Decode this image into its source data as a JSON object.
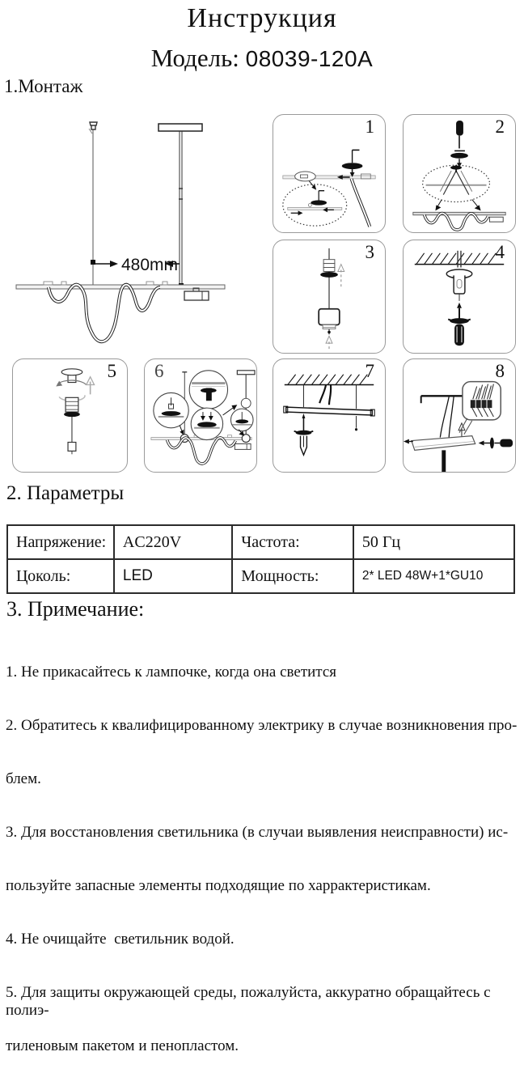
{
  "doc": {
    "title": "Инструкция",
    "model_label": "Модель:",
    "model_number": "08039-120A"
  },
  "montage": {
    "heading": "1.Монтаж",
    "dimension": "480mm",
    "steps": [
      "1",
      "2",
      "3",
      "4",
      "5",
      "6",
      "7",
      "8"
    ]
  },
  "parameters": {
    "heading": "2. Параметры",
    "table": {
      "rows": [
        [
          "Напряжение:",
          "AC220V",
          "Частота:",
          "50 Гц"
        ],
        [
          "Цоколь:",
          "LED",
          "Мощность:",
          "2* LED 48W+1*GU10"
        ]
      ]
    }
  },
  "notes": {
    "heading": "3. Примечание:",
    "lines": [
      "1. Не прикасайтесь к лампочке, когда она светится",
      "2. Обратитесь к квалифицированному электрику в случае возникновения про-",
      "блем.",
      "3. Для восстановления светильника (в случаи выявления неисправности) ис-",
      "пользуйте запасные элементы подходящие по харрактеристикам.",
      "4. Не очищайте  светильник водой.",
      "5. Для защиты окружающей среды, пожалуйста, аккуратно обращайтесь с полиэ-",
      "тиленовым пакетом и пенопластом."
    ]
  }
}
